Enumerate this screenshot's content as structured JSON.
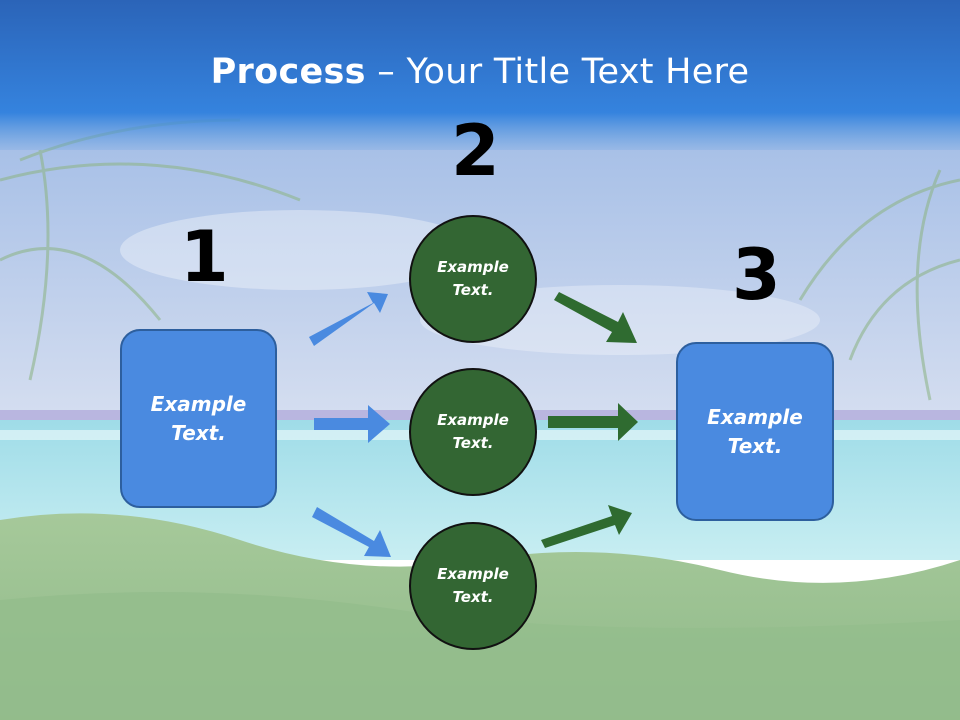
{
  "title": {
    "bold": "Process",
    "rest": " – Your Title Text Here"
  },
  "step_numbers": [
    "1",
    "2",
    "3"
  ],
  "source_box": {
    "line1": "Example",
    "line2": "Text."
  },
  "target_box": {
    "line1": "Example",
    "line2": "Text."
  },
  "circles": [
    {
      "line1": "Example",
      "line2": "Text."
    },
    {
      "line1": "Example",
      "line2": "Text."
    },
    {
      "line1": "Example",
      "line2": "Text."
    }
  ],
  "colors": {
    "box": "#4a8ae0",
    "circle": "#336633",
    "arrow_blue": "#4a8ae0",
    "arrow_green": "#2f6b30",
    "title_bar": "#2f74cc"
  }
}
